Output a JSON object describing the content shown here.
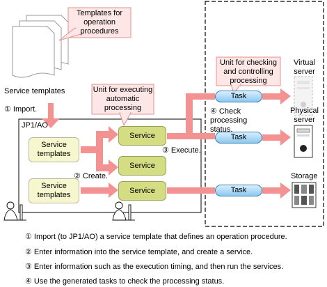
{
  "callouts": {
    "templates_note": "Templates for operation procedures",
    "unit_executing": "Unit for executing automatic processing",
    "unit_checking": "Unit for checking and controlling processing"
  },
  "labels": {
    "service_templates": "Service templates",
    "import_step": "① Import.",
    "jp1ao": "JP1/AO",
    "create_step": "② Create.",
    "execute_step": "③ Execute.",
    "check_step": "④ Check processing status.",
    "virtual_server": "Virtual server",
    "physical_server": "Physical server",
    "storage": "Storage"
  },
  "template_boxes": [
    "Service templates",
    "Service templates"
  ],
  "service_boxes": [
    "Service",
    "Service",
    "Service"
  ],
  "task_boxes": [
    "Task",
    "Task",
    "Task"
  ],
  "steps": [
    "① Import (to JP1/AO) a service template that defines an operation procedure.",
    "② Enter information into the service template, and create a service.",
    "③ Enter information such as the execution timing, and then run the services.",
    "④ Use the generated tasks to check the processing status."
  ],
  "colors": {
    "arrow": "#f49191",
    "callout_fill": "#fde6e6",
    "callout_border": "#e89090",
    "template_fill": "#f7f7cf",
    "service_fill": "#d5dd83",
    "task_fill": "#a9d8f7"
  }
}
